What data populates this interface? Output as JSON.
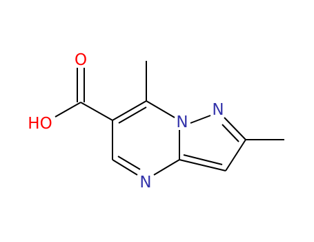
{
  "molecule": {
    "atom_labels": {
      "oxygen_carbonyl": "O",
      "hydroxyl": "HO",
      "n1_bridgehead": "N",
      "n2_pyrazole": "N",
      "n4_pyrimidine": "N"
    }
  },
  "colors": {
    "bond": "#000000",
    "oxygen": "#ff0000",
    "nitrogen": "#3333aa",
    "background": "#ffffff"
  }
}
